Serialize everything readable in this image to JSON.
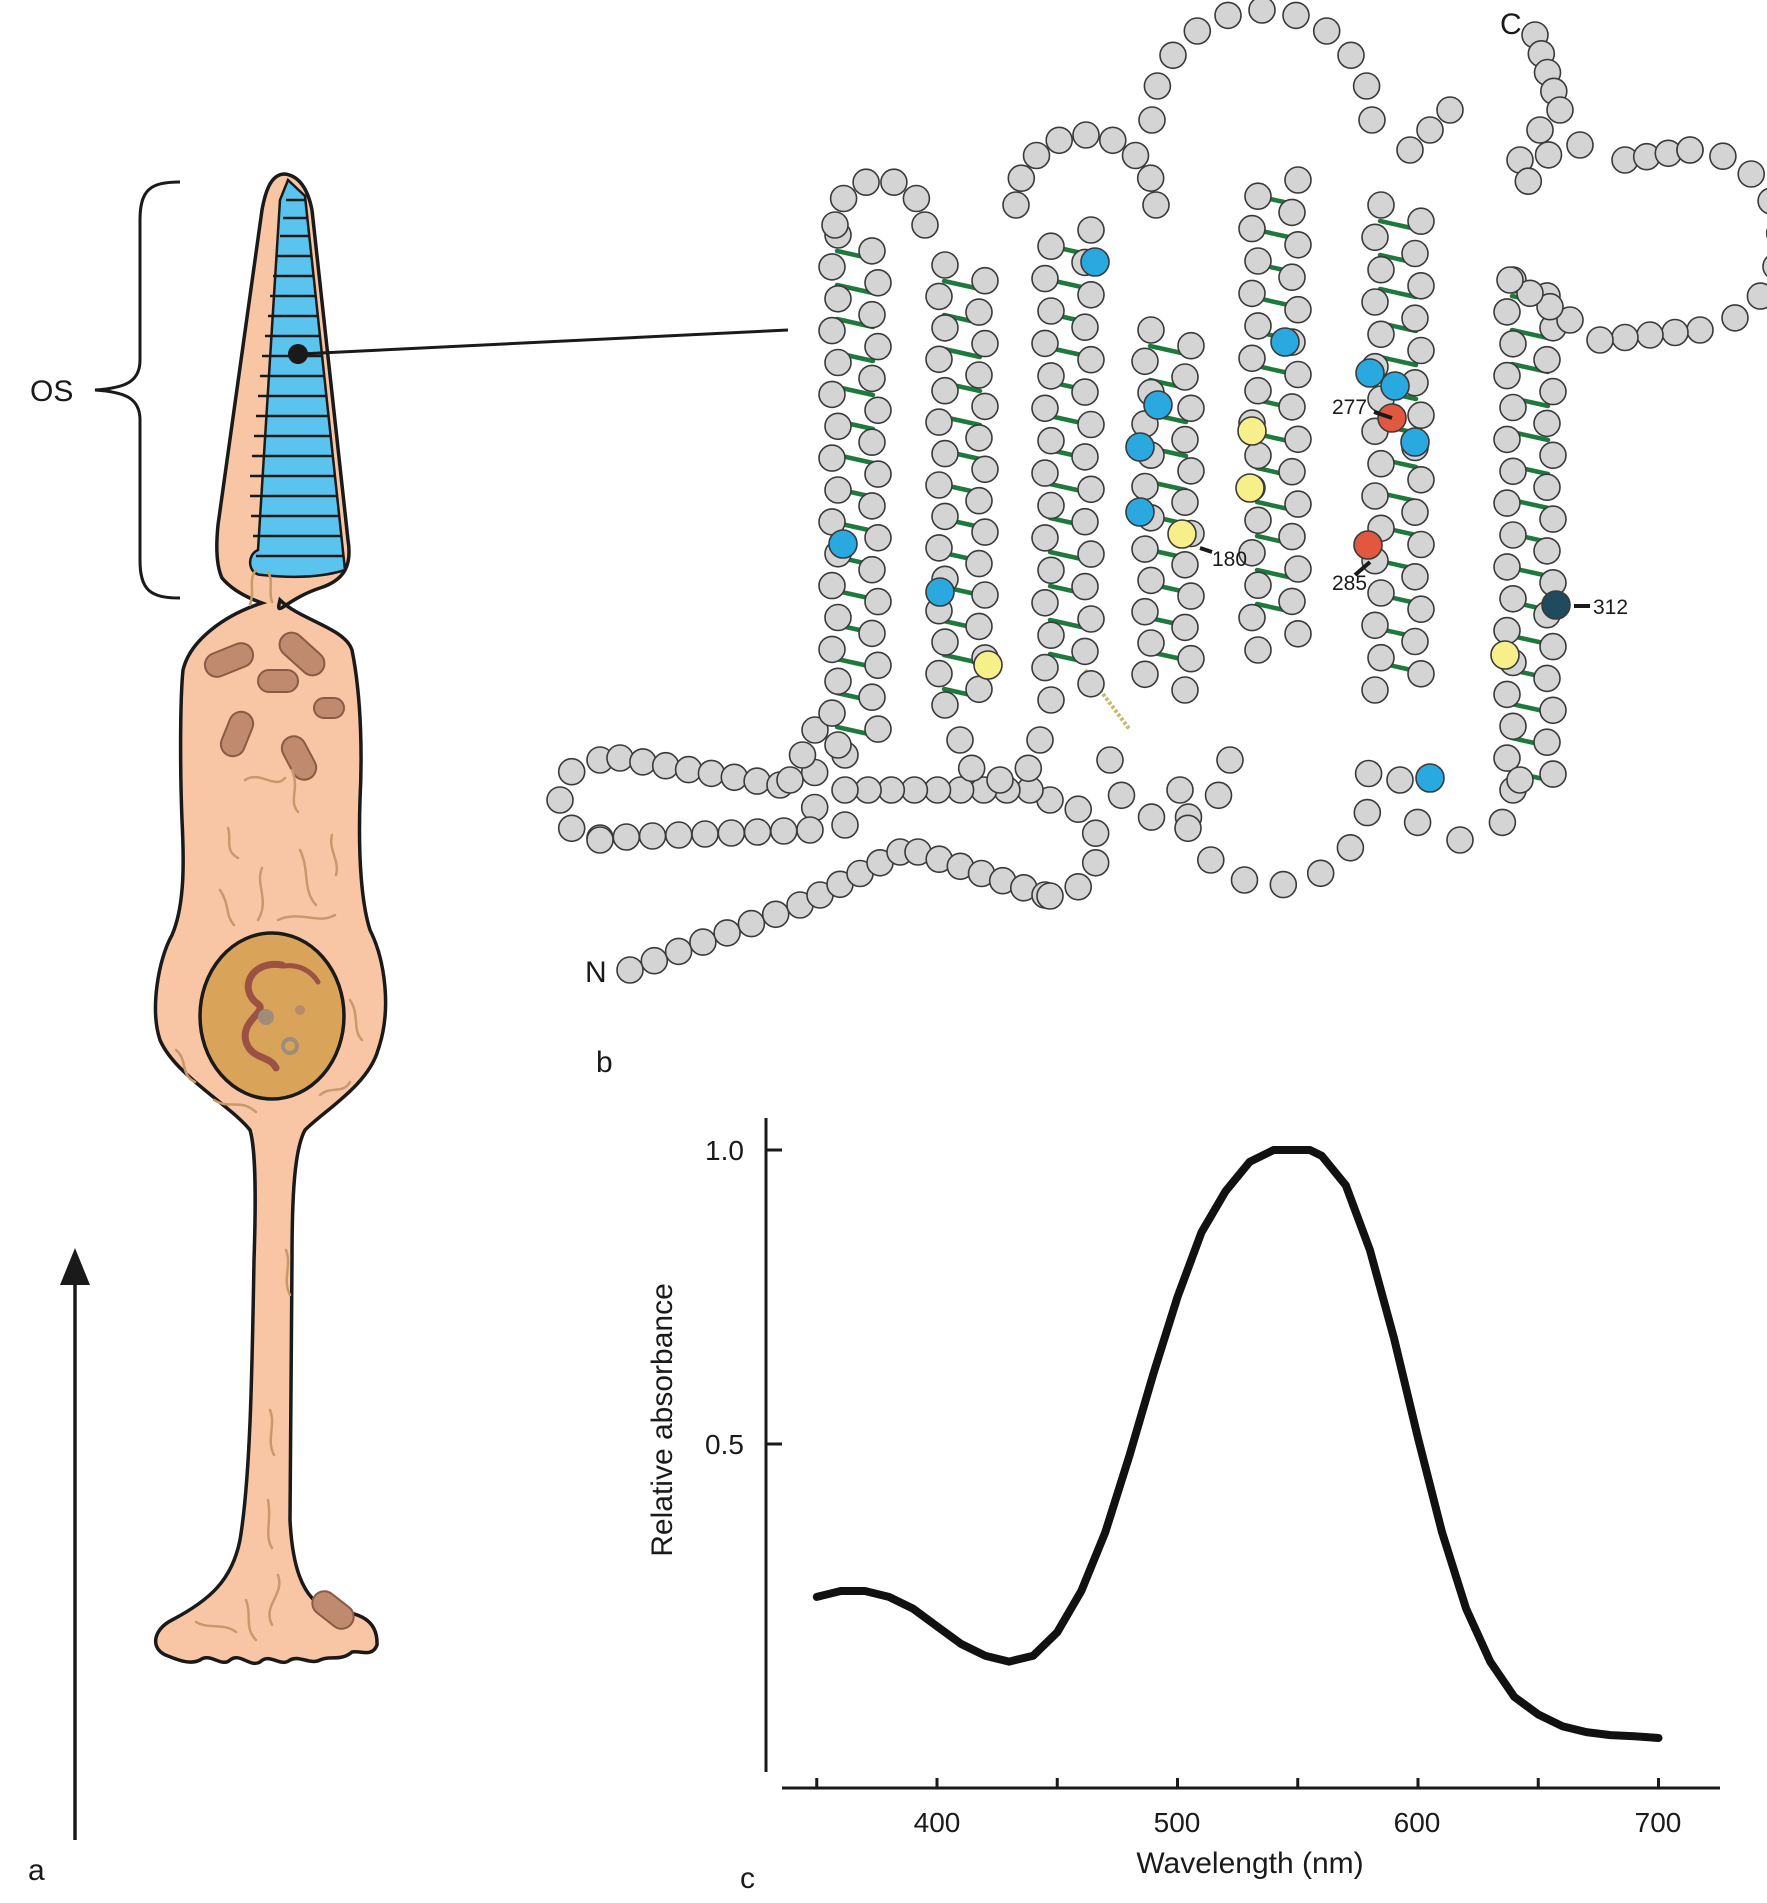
{
  "panels": {
    "a": "a",
    "b": "b",
    "c": "c"
  },
  "cell": {
    "outer_segment_label": "OS"
  },
  "protein": {
    "n_terminus": "N",
    "c_terminus": "C",
    "residue_labels": [
      "180",
      "277",
      "285",
      "312"
    ],
    "colors": {
      "residue": "#d4d4d4",
      "blue_residue": "#2aa8e0",
      "yellow_residue": "#f6ef8a",
      "red_residue": "#e2583f",
      "dark_residue": "#204a5e",
      "bond": "#1e7a3c"
    }
  },
  "chart_data": {
    "type": "line",
    "xlabel": "Wavelength (nm)",
    "ylabel": "Relative absorbance",
    "x_ticks": [
      "400",
      "500",
      "600",
      "700"
    ],
    "y_ticks": [
      "0.5",
      "1.0"
    ],
    "xlim": [
      343,
      725
    ],
    "ylim": [
      -0.05,
      1.05
    ],
    "series": [
      {
        "x": [
          350,
          360,
          370,
          380,
          390,
          400,
          410,
          420,
          430,
          440,
          450,
          460,
          470,
          480,
          490,
          500,
          510,
          520,
          530,
          540,
          550,
          555,
          560,
          570,
          580,
          590,
          600,
          610,
          620,
          630,
          640,
          650,
          660,
          670,
          680,
          690,
          700
        ],
        "values": [
          0.24,
          0.25,
          0.25,
          0.24,
          0.22,
          0.19,
          0.16,
          0.14,
          0.13,
          0.14,
          0.18,
          0.25,
          0.35,
          0.48,
          0.62,
          0.75,
          0.86,
          0.93,
          0.98,
          1.0,
          1.0,
          1.0,
          0.99,
          0.94,
          0.83,
          0.68,
          0.51,
          0.35,
          0.22,
          0.13,
          0.07,
          0.04,
          0.02,
          0.01,
          0.005,
          0.003,
          0.0
        ]
      }
    ]
  }
}
